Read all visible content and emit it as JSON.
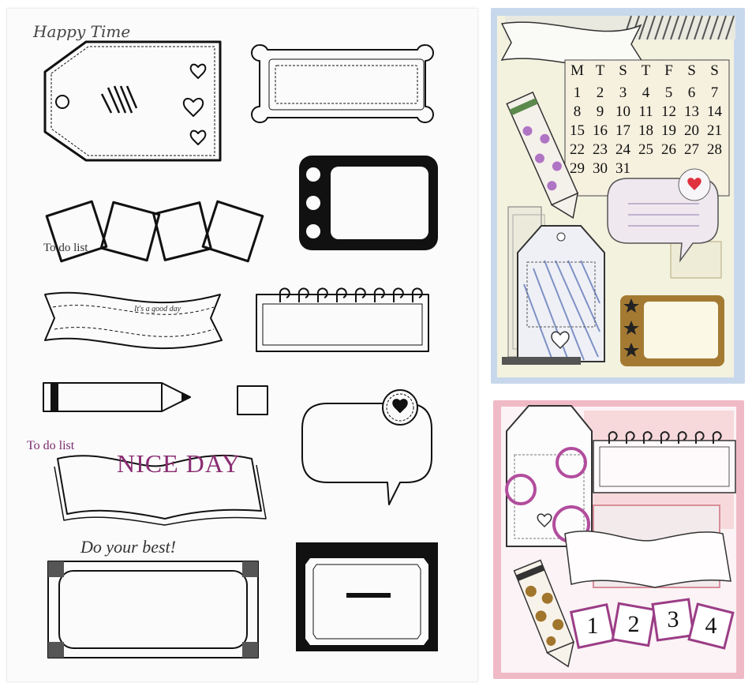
{
  "calendar_card": {
    "banner": "Happy Time",
    "weekdays": [
      "M",
      "T",
      "S",
      "T",
      "F",
      "S",
      "S"
    ],
    "dates": [
      [
        "1",
        "2",
        "3",
        "4",
        "5",
        "6",
        "7"
      ],
      [
        "8",
        "9",
        "10",
        "11",
        "12",
        "13",
        "14"
      ],
      [
        "15",
        "16",
        "17",
        "18",
        "19",
        "20",
        "21"
      ],
      [
        "22",
        "23",
        "24",
        "25",
        "26",
        "27",
        "28"
      ],
      [
        "29",
        "30",
        "31",
        "",
        "",
        "",
        ""
      ]
    ],
    "tag_text": "To do list",
    "note_text": "It's a good day"
  },
  "nice_day_card": {
    "tag_text": "To do list",
    "notebook_text": "NICE DAY",
    "banner_text": "Do your best!",
    "numbers": [
      "1",
      "2",
      "3",
      "4"
    ]
  },
  "colors": {
    "card1_border": "#c8d8ec",
    "card1_bg": "#f3f2df",
    "card2_border": "#f0b9c6",
    "card2_bg": "#fbf3f5",
    "accent_purple": "#8a2d72",
    "accent_gold": "#9c7432",
    "stamp_ink": "#111111"
  }
}
